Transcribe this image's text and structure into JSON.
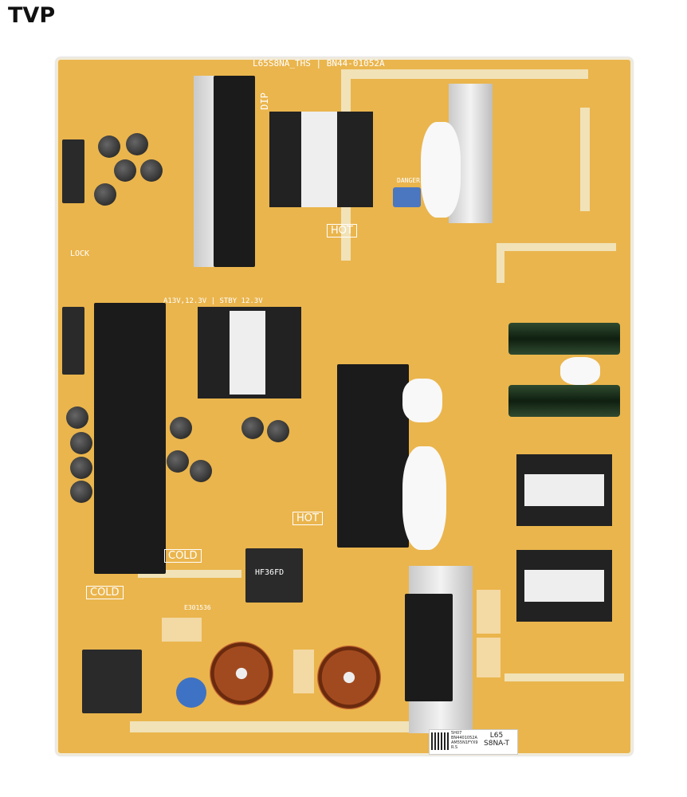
{
  "watermark": "TVP",
  "board": {
    "model_silk": "L65S8NA_THS",
    "part_silk": "BN44-01052A",
    "hot_label": "HOT",
    "hot_label_2": "HOT",
    "cold_label": "COLD",
    "cold_label_2": "COLD",
    "dip_label": "DIP",
    "lock_label": "LOCK",
    "danger_label": "DANGER",
    "voltage_silk": "A13V,12.3V | STBY 12.3V",
    "relay_label": "HF36FD",
    "ul_mark": "E301536",
    "sticker": {
      "line1": "5H07",
      "line2": "BN4401052A",
      "line3": "AM55N1FYX9",
      "line4": "R.S",
      "model": "L65",
      "variant": "S8NA-T"
    },
    "colors": {
      "pcb": "#eab54d",
      "heatsink": "#1b1b1b",
      "silkscreen": "#ffffff"
    }
  }
}
